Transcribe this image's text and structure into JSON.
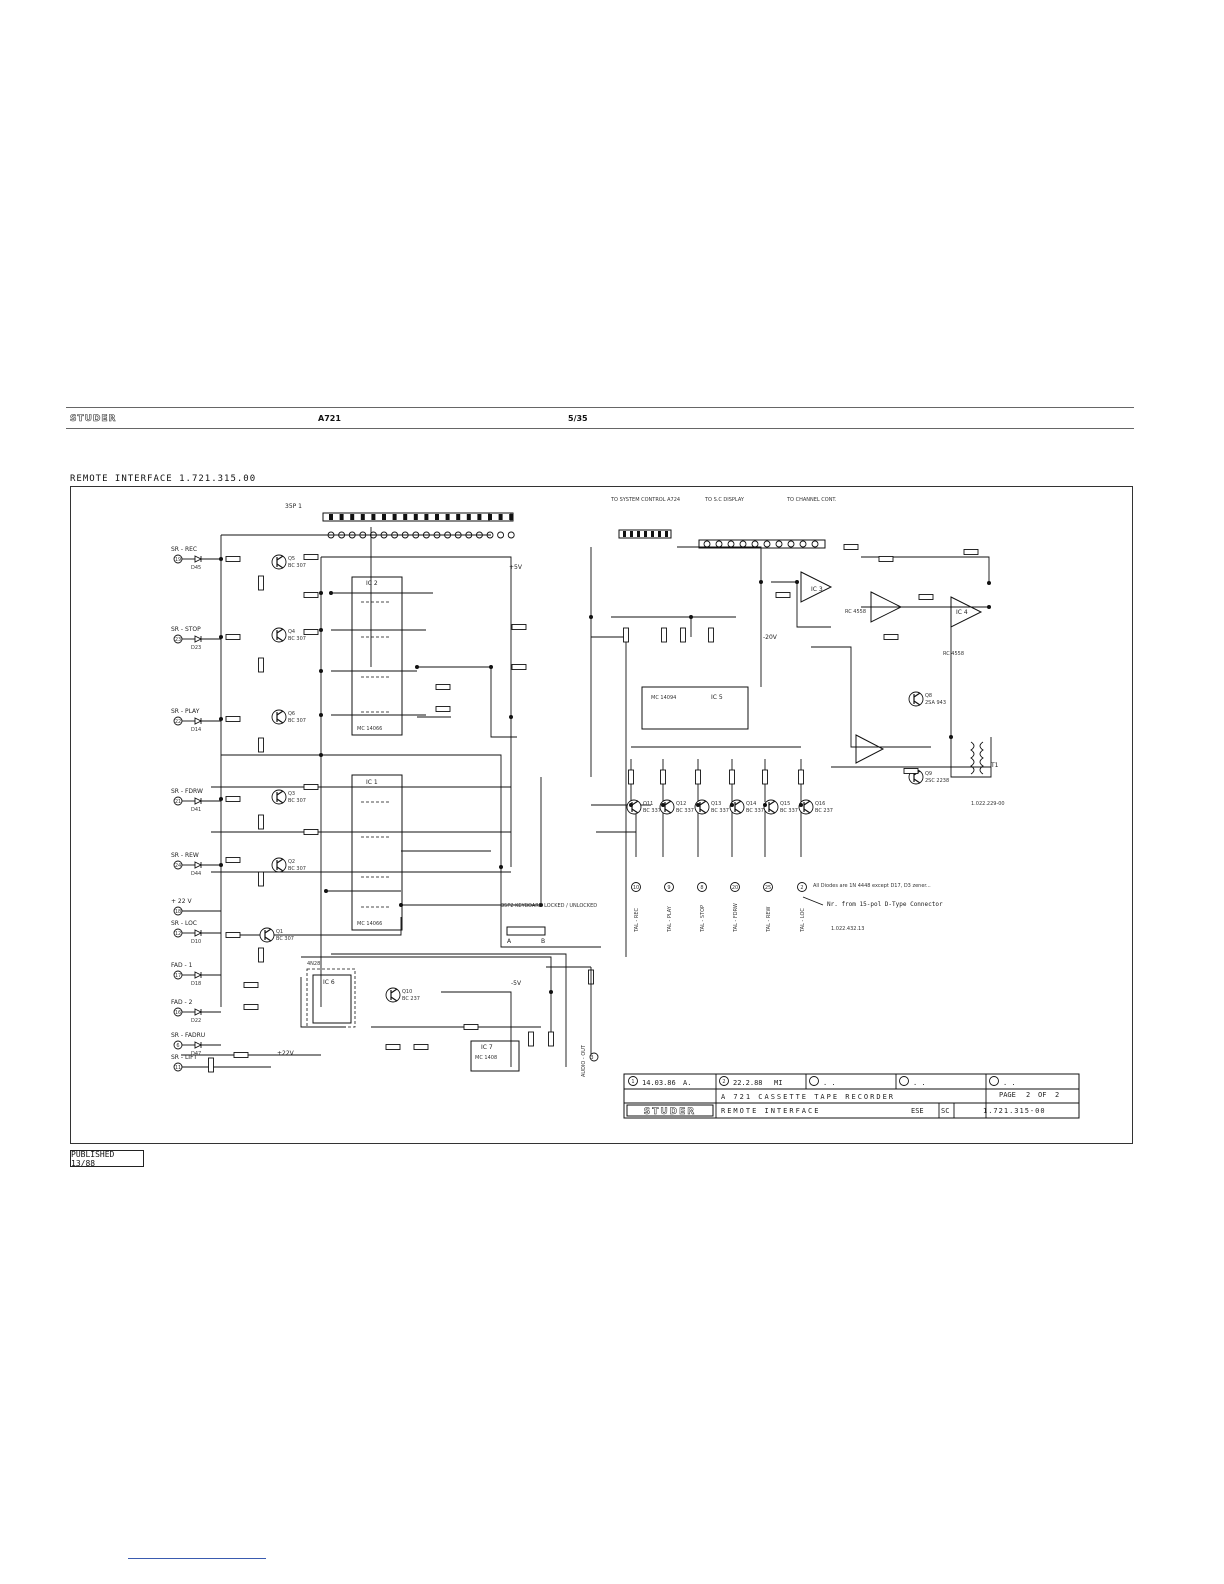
{
  "header": {
    "brand": "STUDER",
    "model": "A721",
    "page": "5/35"
  },
  "document_title": "REMOTE INTERFACE   1.721.315.00",
  "stamp": "PUBLISHED 13/88",
  "schematic": {
    "connector_top_left": "35P 1",
    "connector_top_mid": "TO SYSTEM CONTROL A724",
    "connector_top_mid2": "TO S.C DISPLAY",
    "connector_top_right": "TO CHANNEL CONT.",
    "inputs": [
      {
        "num": "19",
        "label": "SR - REC",
        "diode": "D45"
      },
      {
        "num": "23",
        "label": "SR - STOP",
        "diode": "D23"
      },
      {
        "num": "22",
        "label": "SR - PLAY",
        "diode": "D14"
      },
      {
        "num": "21",
        "label": "SR - FDRW",
        "diode": "D41"
      },
      {
        "num": "24",
        "label": "SR - REW",
        "diode": "D44"
      },
      {
        "num": "18",
        "label": "+ 22 V",
        "diode": ""
      },
      {
        "num": "12",
        "label": "SR - LOC",
        "diode": "D10"
      },
      {
        "num": "17",
        "label": "FAD - 1",
        "diode": "D18"
      },
      {
        "num": "16",
        "label": "FAD - 2",
        "diode": "D22"
      },
      {
        "num": "6",
        "label": "SR - FADRU",
        "diode": "D47"
      },
      {
        "num": "11",
        "label": "SR - LIFT",
        "diode": ""
      }
    ],
    "ics": [
      {
        "name": "IC 2",
        "part": "MC 14066"
      },
      {
        "name": "IC 1",
        "part": "MC 14066"
      },
      {
        "name": "IC 5",
        "part": "MC 14094"
      },
      {
        "name": "IC 3",
        "part": "RC 4558"
      },
      {
        "name": "IC 4",
        "part": "RC 4558"
      },
      {
        "name": "IC 6",
        "part": "4N28"
      },
      {
        "name": "IC 7",
        "part": "MC 1408"
      }
    ],
    "transistors": [
      "Q5 BC 307",
      "Q4 BC 307",
      "Q6 BC 307",
      "Q3 BC 307",
      "Q2 BC 307",
      "Q1 BC 307",
      "Q8 2SA 943",
      "Q9 2SC 2238",
      "Q10 BC 237",
      "Q11 BC 337",
      "Q12 BC 337",
      "Q13 BC 337",
      "Q14 BC 337",
      "Q15 BC 337",
      "Q16 BC 237"
    ],
    "outputs": [
      {
        "num": "10",
        "label": "TAL - REC"
      },
      {
        "num": "9",
        "label": "TAL - PLAY"
      },
      {
        "num": "8",
        "label": "TAL - STOP"
      },
      {
        "num": "20",
        "label": "TAL - FDRW"
      },
      {
        "num": "25",
        "label": "TAL - REW"
      },
      {
        "num": "2",
        "label": "TAL - LOC"
      }
    ],
    "aux_output": {
      "num": "3",
      "label": "AUDIO - OUT"
    },
    "supply": [
      "+5V",
      "-20V",
      "+22V",
      "-5V"
    ],
    "note_diodes": "All Diodes are 1N 4448 except D17, D3 zener...",
    "note_connector": "Nr. from  15-pol  D-Type Connector",
    "note_connector_ref": "1.022.432.13",
    "transformer": "T1",
    "transformer_ref": "1.022.229-00",
    "jumper": "35P2 KEYBOARD LOCKED / UNLOCKED",
    "jumper_pins": [
      "A",
      "B"
    ]
  },
  "title_block": {
    "revisions": [
      {
        "num": "1",
        "date": "14.03.86",
        "mark": "A."
      },
      {
        "num": "2",
        "date": "22.2.88",
        "mark": "MI"
      },
      {
        "num": "",
        "date": ". .",
        "mark": ""
      },
      {
        "num": "",
        "date": ". .",
        "mark": ""
      },
      {
        "num": "",
        "date": ". .",
        "mark": ""
      }
    ],
    "product": "A 721 CASSETTE TAPE RECORDER",
    "page_label": "PAGE",
    "page_num": "2",
    "page_of": "OF",
    "page_total": "2",
    "brand": "STUDER",
    "title": "REMOTE INTERFACE",
    "code": "ESE",
    "sc": "SC",
    "drawing_no": "1.721.315-00"
  }
}
